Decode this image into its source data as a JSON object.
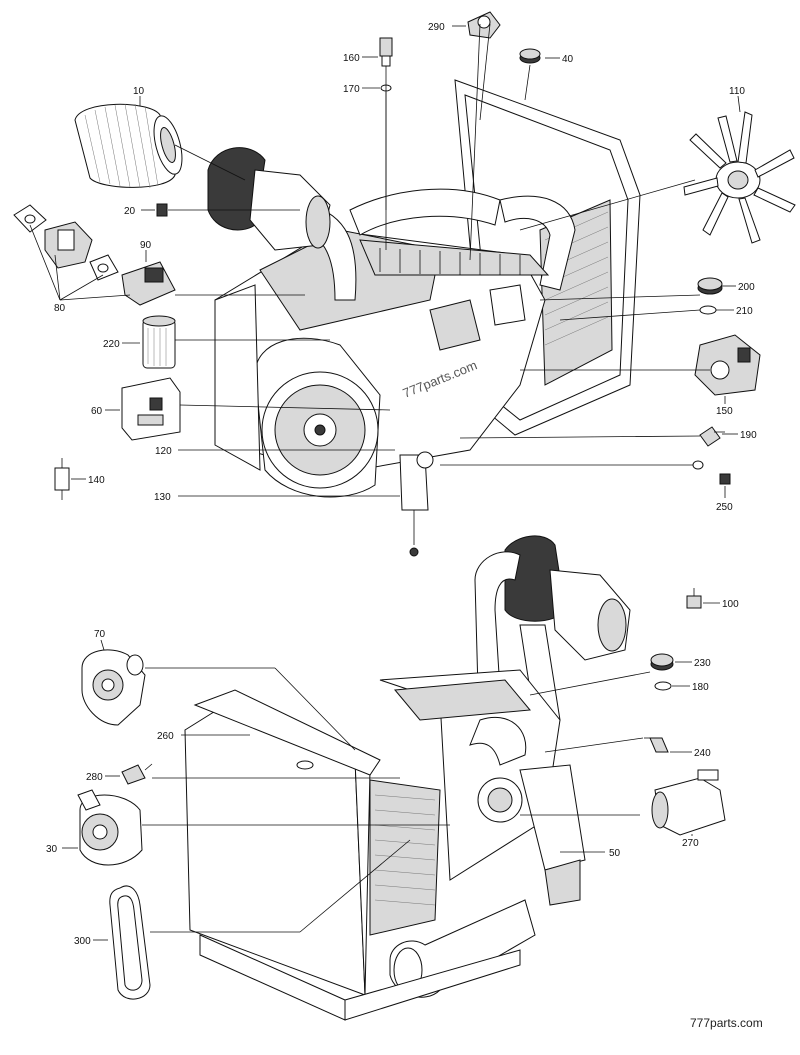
{
  "diagram": {
    "watermarks": [
      "777parts.com",
      "777parts.com"
    ],
    "callouts": [
      {
        "id": "c290",
        "text": "290"
      },
      {
        "id": "c160",
        "text": "160"
      },
      {
        "id": "c40",
        "text": "40"
      },
      {
        "id": "c170",
        "text": "170"
      },
      {
        "id": "c10",
        "text": "10"
      },
      {
        "id": "c110",
        "text": "110"
      },
      {
        "id": "c20",
        "text": "20"
      },
      {
        "id": "c90",
        "text": "90"
      },
      {
        "id": "c80",
        "text": "80"
      },
      {
        "id": "c200",
        "text": "200"
      },
      {
        "id": "c210",
        "text": "210"
      },
      {
        "id": "c220",
        "text": "220"
      },
      {
        "id": "c60",
        "text": "60"
      },
      {
        "id": "c150",
        "text": "150"
      },
      {
        "id": "c120",
        "text": "120"
      },
      {
        "id": "c190",
        "text": "190"
      },
      {
        "id": "c140",
        "text": "140"
      },
      {
        "id": "c130",
        "text": "130"
      },
      {
        "id": "c250",
        "text": "250"
      },
      {
        "id": "c100",
        "text": "100"
      },
      {
        "id": "c70",
        "text": "70"
      },
      {
        "id": "c230",
        "text": "230"
      },
      {
        "id": "c180",
        "text": "180"
      },
      {
        "id": "c260",
        "text": "260"
      },
      {
        "id": "c240",
        "text": "240"
      },
      {
        "id": "c280",
        "text": "280"
      },
      {
        "id": "c270",
        "text": "270"
      },
      {
        "id": "c30",
        "text": "30"
      },
      {
        "id": "c50",
        "text": "50"
      },
      {
        "id": "c300",
        "text": "300"
      }
    ]
  }
}
